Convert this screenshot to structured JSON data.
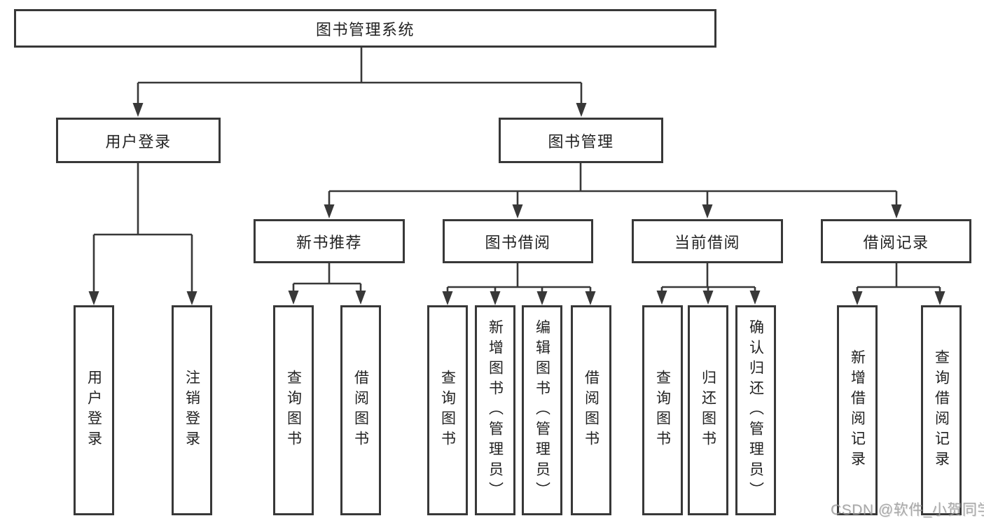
{
  "colors": {
    "line": "#383838",
    "box_border": "#383838",
    "text": "#222222",
    "background": "#ffffff",
    "watermark": "#9b9b9b"
  },
  "watermark": {
    "text": "CSDN @软件_小贺同学"
  },
  "nodes": {
    "root": "图书管理系统",
    "level2": {
      "user_login": "用户登录",
      "book_management": "图书管理"
    },
    "level3": {
      "new_book_recommend": "新书推荐",
      "book_borrowing": "图书借阅",
      "current_borrowing": "当前借阅",
      "borrowing_records": "借阅记录"
    },
    "leaves": {
      "user_login": "用户登录",
      "logout": "注销登录",
      "recommend_query_books": "查询图书",
      "recommend_borrow_books": "借阅图书",
      "borrowing_query_books": "查询图书",
      "borrowing_add_books": "新增图书（管理员）",
      "borrowing_edit_books": "编辑图书（管理员）",
      "borrowing_borrow_books": "借阅图书",
      "current_query_books": "查询图书",
      "current_return_books": "归还图书",
      "current_confirm_return": "确认归还（管理员）",
      "records_add_record": "新增借阅记录",
      "records_query_record": "查询借阅记录"
    }
  }
}
